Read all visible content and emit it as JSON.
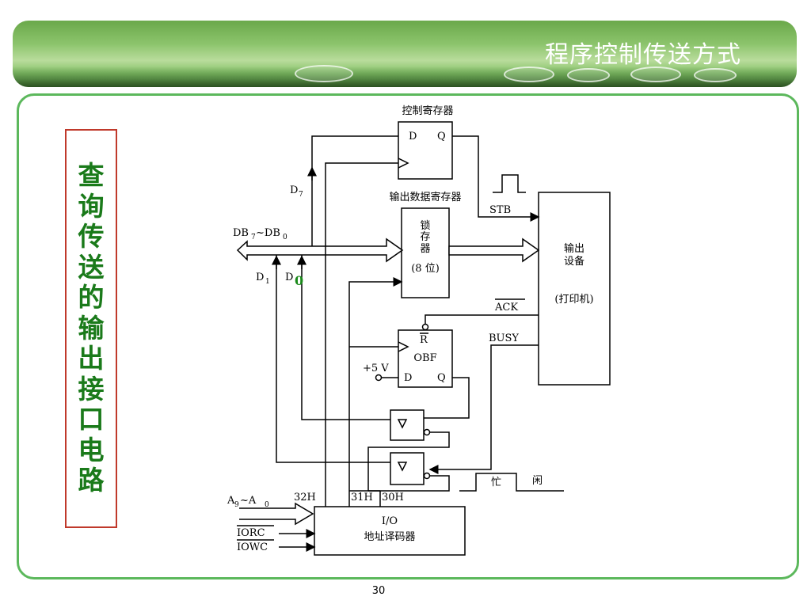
{
  "slide": {
    "title": "程序控制传送方式",
    "side_title": [
      "查",
      "询",
      "传",
      "送",
      "的",
      "输",
      "出",
      "接",
      "口",
      "电",
      "路"
    ],
    "page_number": "30"
  },
  "diagram": {
    "control_register": {
      "label": "控制寄存器",
      "d": "D",
      "q": "Q"
    },
    "output_data_register": {
      "label": "输出数据寄存器",
      "line1": "锁",
      "line2": "存",
      "line3": "器",
      "line4": "(8 位)"
    },
    "output_device": {
      "line1": "输出",
      "line2": "设备",
      "line3": "(打印机)"
    },
    "obf": {
      "r": "R",
      "name": "OBF",
      "d": "D",
      "q": "Q",
      "plus5v": "+5 V"
    },
    "signals": {
      "stb": "STB",
      "ack": "ACK",
      "busy": "BUSY",
      "d7": "D",
      "d7_sub": "7",
      "d1": "D",
      "d1_sub": "1",
      "d0": "D",
      "d0_handwritten": "0"
    },
    "bus": {
      "name_a": "DB",
      "sub_a": "7",
      "tilde": "~DB",
      "sub_b": "0"
    },
    "address": {
      "a": "A",
      "sub_a": "9",
      "tilde": "~A",
      "sub_b": "0",
      "iorc": "IORC",
      "iowc": "IOWC"
    },
    "decoder": {
      "line1": "I/O",
      "line2": "地址译码器",
      "port32": "32H",
      "port31": "31H",
      "port30": "30H"
    },
    "busy_wave": {
      "busy": "忙",
      "idle": "闲"
    }
  },
  "colors": {
    "frame": "#5cb85c",
    "side_text": "#1a7a1a",
    "side_border": "#c0392b"
  }
}
